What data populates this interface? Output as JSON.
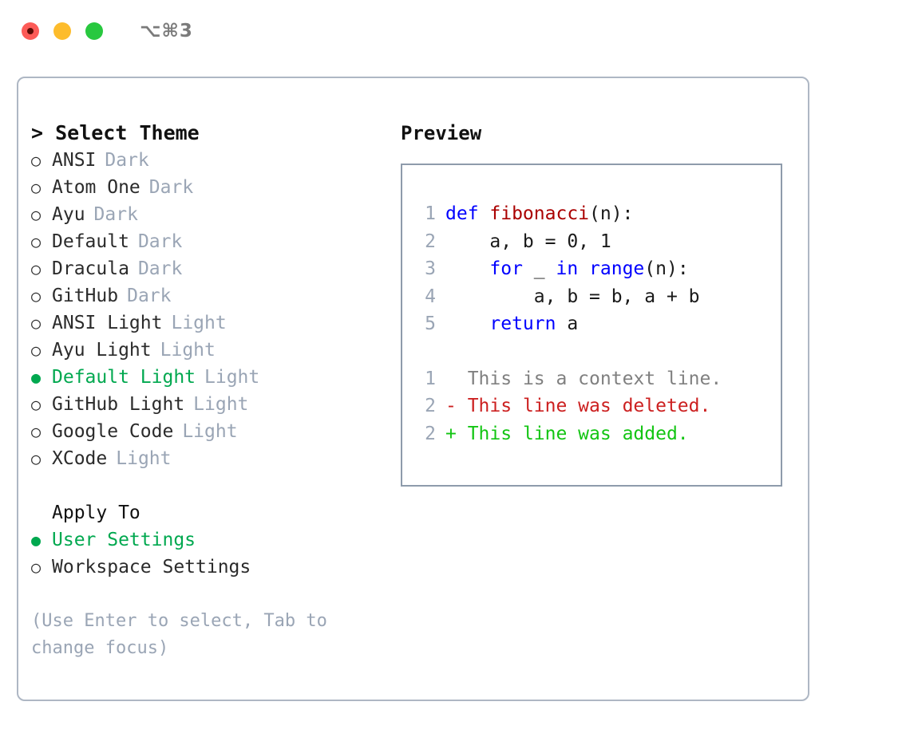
{
  "titlebar": {
    "shortcut": "⌥⌘3",
    "buttons": [
      {
        "name": "close",
        "color": "#fc5b57"
      },
      {
        "name": "minimize",
        "color": "#fdbc2c"
      },
      {
        "name": "maximize",
        "color": "#28c83f"
      }
    ]
  },
  "theme_picker": {
    "header": "> Select Theme",
    "selected_bullet": "●",
    "unselected_bullet": "○",
    "items": [
      {
        "label": "ANSI",
        "tag": "Dark",
        "selected": false
      },
      {
        "label": "Atom One",
        "tag": "Dark",
        "selected": false
      },
      {
        "label": "Ayu",
        "tag": "Dark",
        "selected": false
      },
      {
        "label": "Default",
        "tag": "Dark",
        "selected": false
      },
      {
        "label": "Dracula",
        "tag": "Dark",
        "selected": false
      },
      {
        "label": "GitHub",
        "tag": "Dark",
        "selected": false
      },
      {
        "label": "ANSI Light",
        "tag": "Light",
        "selected": false
      },
      {
        "label": "Ayu Light",
        "tag": "Light",
        "selected": false
      },
      {
        "label": "Default Light",
        "tag": "Light",
        "selected": true
      },
      {
        "label": "GitHub Light",
        "tag": "Light",
        "selected": false
      },
      {
        "label": "Google Code",
        "tag": "Light",
        "selected": false
      },
      {
        "label": "XCode",
        "tag": "Light",
        "selected": false
      }
    ]
  },
  "apply_to": {
    "header": "Apply To",
    "items": [
      {
        "label": "User Settings",
        "selected": true
      },
      {
        "label": "Workspace Settings",
        "selected": false
      }
    ]
  },
  "hint": "(Use Enter to select, Tab to change focus)",
  "preview": {
    "title": "Preview",
    "code_lines": [
      {
        "num": "1",
        "tokens": [
          {
            "t": "def ",
            "c": "kw"
          },
          {
            "t": "fibonacci",
            "c": "fn"
          },
          {
            "t": "(n):",
            "c": "plain"
          }
        ]
      },
      {
        "num": "2",
        "tokens": [
          {
            "t": "    a, b = 0, 1",
            "c": "plain"
          }
        ]
      },
      {
        "num": "3",
        "tokens": [
          {
            "t": "    ",
            "c": "plain"
          },
          {
            "t": "for",
            "c": "kw"
          },
          {
            "t": " _ ",
            "c": "plain"
          },
          {
            "t": "in",
            "c": "kw"
          },
          {
            "t": " ",
            "c": "plain"
          },
          {
            "t": "range",
            "c": "kw"
          },
          {
            "t": "(n):",
            "c": "plain"
          }
        ]
      },
      {
        "num": "4",
        "tokens": [
          {
            "t": "        a, b = b, a + b",
            "c": "plain"
          }
        ]
      },
      {
        "num": "5",
        "tokens": [
          {
            "t": "    ",
            "c": "plain"
          },
          {
            "t": "return",
            "c": "kw"
          },
          {
            "t": " a",
            "c": "plain"
          }
        ]
      }
    ],
    "diff_lines": [
      {
        "num": "1",
        "marker": " ",
        "text": " This is a context line.",
        "kind": "ctx"
      },
      {
        "num": "2",
        "marker": "-",
        "text": " This line was deleted.",
        "kind": "del"
      },
      {
        "num": "2",
        "marker": "+",
        "text": " This line was added.",
        "kind": "add"
      }
    ]
  },
  "colors": {
    "accent_green": "#00a84f",
    "muted": "#9aa5b5",
    "border": "#aeb7c4",
    "preview_border": "#8e9bab",
    "keyword": "#0000ff",
    "function": "#aa0000",
    "diff_delete": "#cc2020",
    "diff_add": "#13c513"
  }
}
